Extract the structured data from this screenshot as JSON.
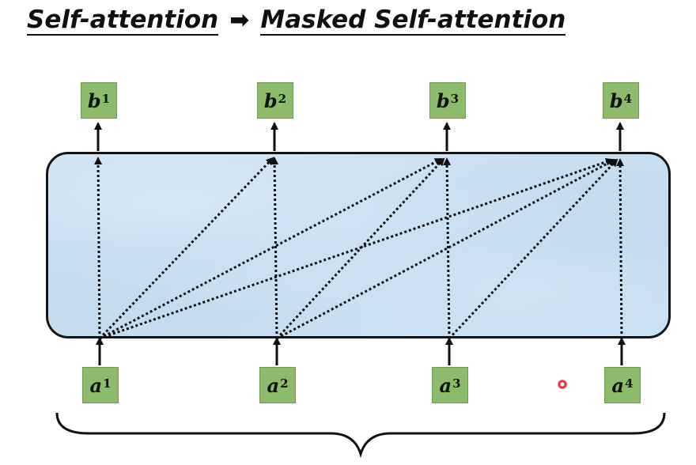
{
  "title": {
    "left": "Self-attention",
    "right": "Masked Self-attention"
  },
  "inputs": [
    {
      "base": "a",
      "sup": "1"
    },
    {
      "base": "a",
      "sup": "2"
    },
    {
      "base": "a",
      "sup": "3"
    },
    {
      "base": "a",
      "sup": "4"
    }
  ],
  "outputs": [
    {
      "base": "b",
      "sup": "1"
    },
    {
      "base": "b",
      "sup": "2"
    },
    {
      "base": "b",
      "sup": "3"
    },
    {
      "base": "b",
      "sup": "4"
    }
  ],
  "caption": "",
  "colors": {
    "token_box": "#8cbb6c",
    "layer_fill": "#c3dbf0",
    "stroke": "#141414"
  }
}
